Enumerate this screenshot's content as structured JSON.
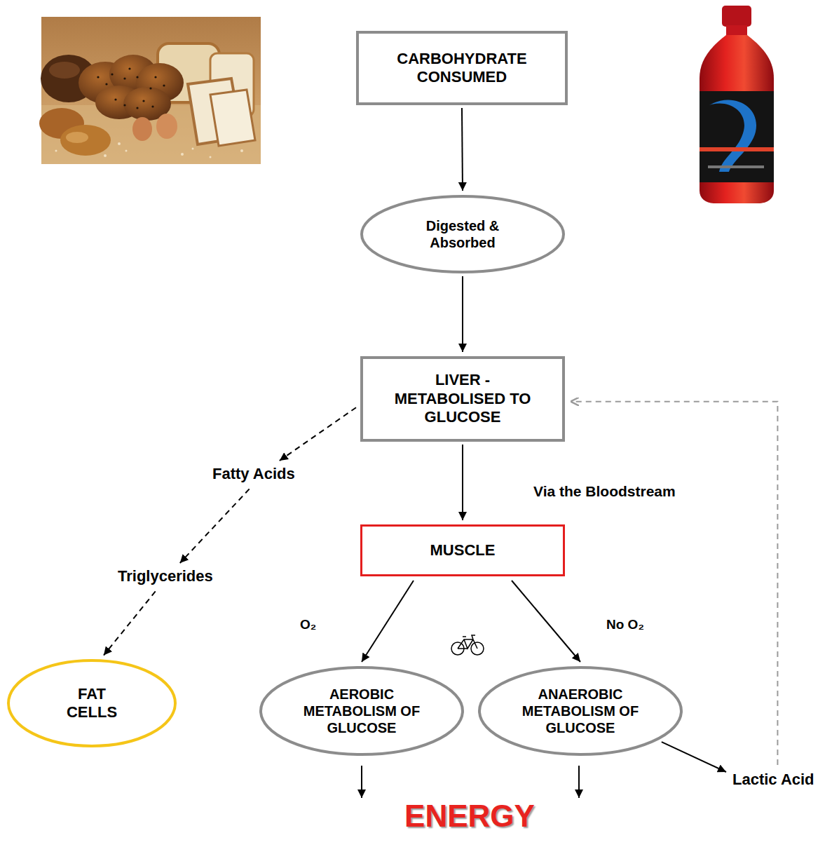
{
  "diagram": {
    "nodes": [
      {
        "text": [
          "CARBOHYDRATE CONSUMED"
        ]
      },
      {
        "text": [
          "Digested & Absorbed"
        ]
      },
      {
        "text": [
          "LIVER - METABOLISED TO GLUCOSE"
        ]
      },
      {
        "text": [
          "MUSCLE"
        ]
      },
      {
        "text": [
          "AEROBIC METABOLISM OF GLUCOSE"
        ]
      },
      {
        "text": [
          "ANAEROBIC METABOLISM OF GLUCOSE"
        ]
      },
      {
        "text": [
          "FAT CELLS"
        ]
      }
    ],
    "edges": [
      {
        "from": 0,
        "to": 1,
        "arrow": "to"
      },
      {
        "from": 1,
        "to": 2,
        "arrow": "to"
      },
      {
        "from": 2,
        "to": 3,
        "label": "Via the Bloodstream",
        "arrow": "to"
      },
      {
        "from": 3,
        "to": 4,
        "label": "O₂",
        "arrow": "to"
      },
      {
        "from": 3,
        "to": 5,
        "label": "No O₂",
        "arrow": "to"
      },
      {
        "from": 2,
        "to": 6,
        "arrow": "to"
      },
      {
        "from": 5,
        "to": 2,
        "arrow": "to"
      }
    ],
    "labels": [
      "Fatty Acids",
      "Triglycerides",
      "Lactic Acid",
      "ENERGY"
    ]
  }
}
